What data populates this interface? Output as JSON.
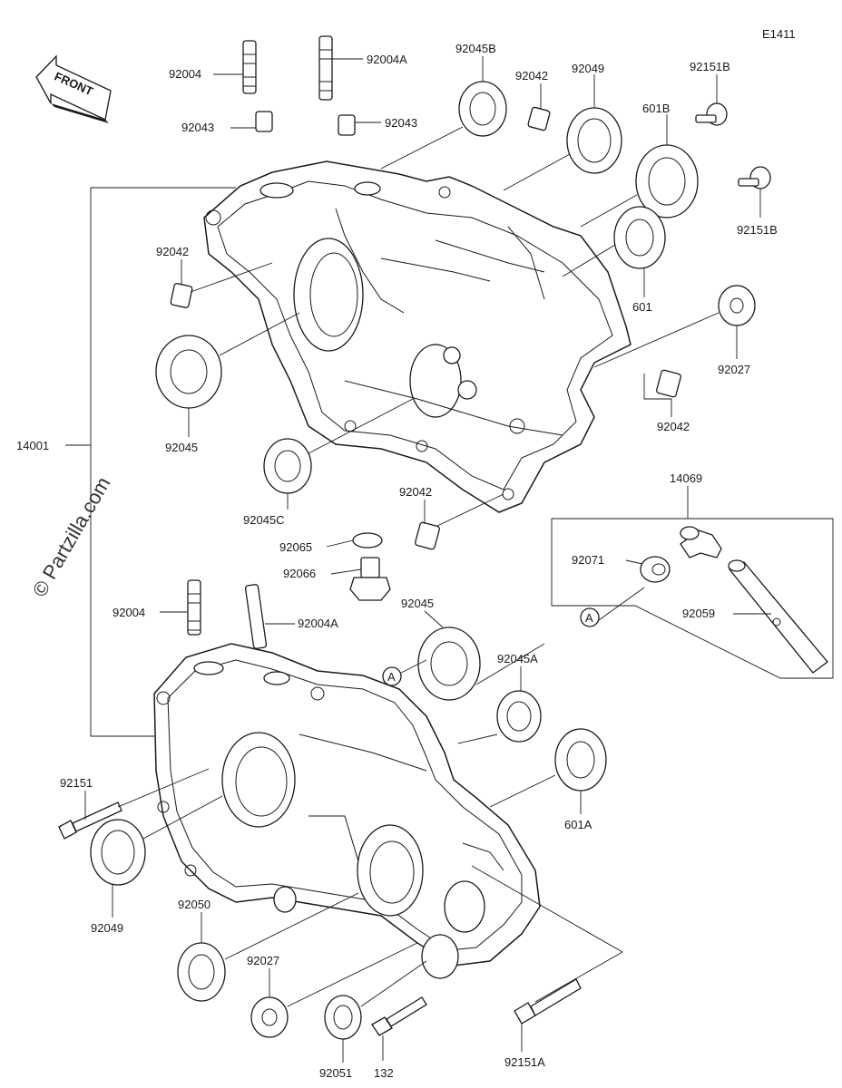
{
  "diagram_code": "E1411",
  "front_arrow_text": "FRONT",
  "watermark": "© Partzilla.com",
  "ref_marker": "A",
  "labels": {
    "p92004_top": "92004",
    "p92004A_top": "92004A",
    "p92045B": "92045B",
    "p92042_top": "92042",
    "p92049_top": "92049",
    "p92151B_1": "92151B",
    "p92043_left": "92043",
    "p92043_right": "92043",
    "p601B": "601B",
    "p92151B_2": "92151B",
    "p92042_left": "92042",
    "p601": "601",
    "p92027_right": "92027",
    "p92045_left": "92045",
    "p14001": "14001",
    "p92042_mid": "92042",
    "p92045C": "92045C",
    "p92042_center": "92042",
    "p14069": "14069",
    "p92065": "92065",
    "p92066": "92066",
    "p92071": "92071",
    "p92004_low": "92004",
    "p92004A_low": "92004A",
    "p92045_low": "92045",
    "p92059": "92059",
    "p92045A": "92045A",
    "p92151": "92151",
    "p601A": "601A",
    "p92049_low": "92049",
    "p92050": "92050",
    "p92027_low": "92027",
    "p92051": "92051",
    "p132": "132",
    "p92151A": "92151A"
  }
}
